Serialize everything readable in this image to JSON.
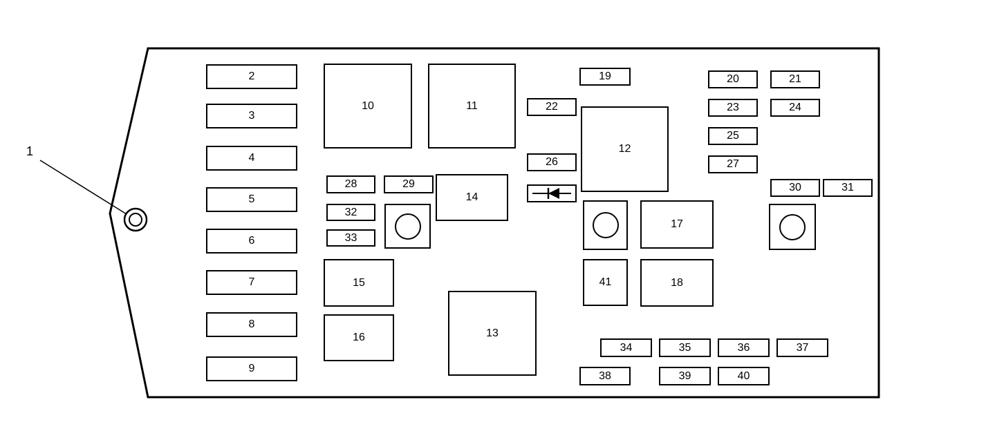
{
  "diagram": {
    "kind": "fuse-block-diagram",
    "callout_label": "1",
    "labels": {
      "2": "2",
      "3": "3",
      "4": "4",
      "5": "5",
      "6": "6",
      "7": "7",
      "8": "8",
      "9": "9",
      "10": "10",
      "11": "11",
      "12": "12",
      "13": "13",
      "14": "14",
      "15": "15",
      "16": "16",
      "17": "17",
      "18": "18",
      "19": "19",
      "20": "20",
      "21": "21",
      "22": "22",
      "23": "23",
      "24": "24",
      "25": "25",
      "26": "26",
      "27": "27",
      "28": "28",
      "29": "29",
      "30": "30",
      "31": "31",
      "32": "32",
      "33": "33",
      "34": "34",
      "35": "35",
      "36": "36",
      "37": "37",
      "38": "38",
      "39": "39",
      "40": "40",
      "41": "41"
    },
    "icons": {
      "diode": "diode-icon",
      "relay_circle": "relay-circle-icon",
      "mounting_hole": "mounting-hole-icon"
    },
    "colors": {
      "line": "#000000",
      "background": "#ffffff"
    }
  }
}
